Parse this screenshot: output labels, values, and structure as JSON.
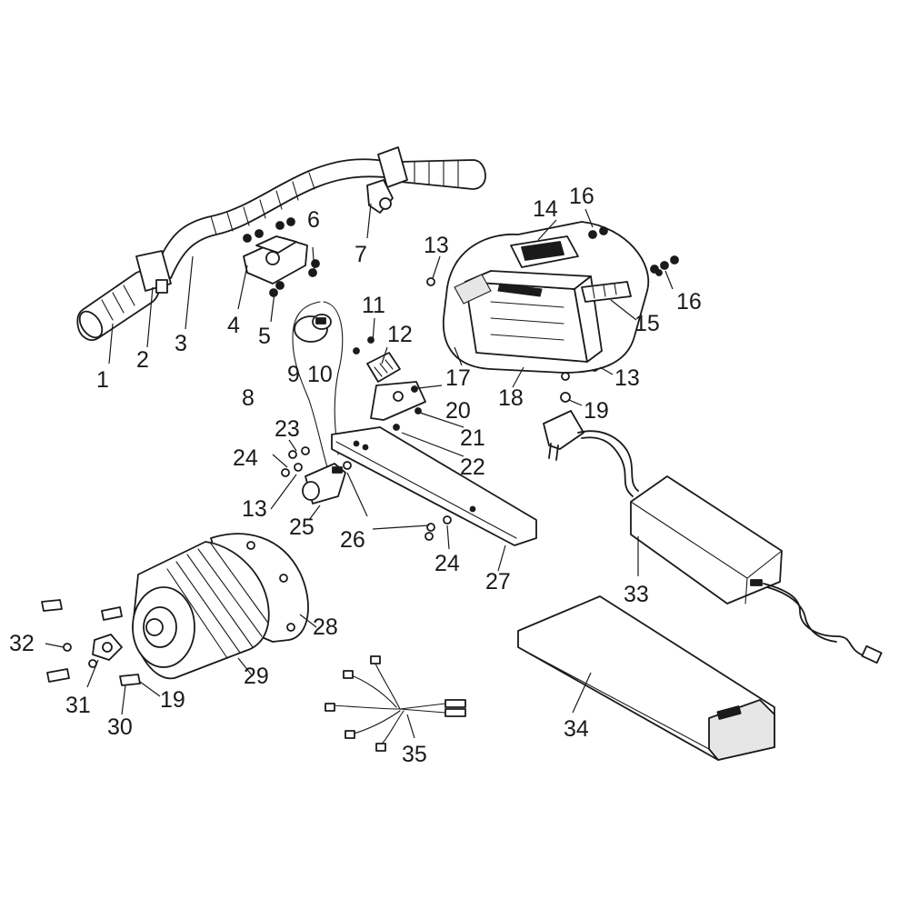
{
  "callouts": {
    "c1": "1",
    "c2": "2",
    "c3": "3",
    "c4": "4",
    "c5": "5",
    "c6": "6",
    "c7": "7",
    "c8": "8",
    "c9": "9",
    "c10": "10",
    "c11": "11",
    "c12": "12",
    "c13a": "13",
    "c13b": "13",
    "c13c": "13",
    "c14": "14",
    "c15": "15",
    "c16a": "16",
    "c16b": "16",
    "c17": "17",
    "c18": "18",
    "c19a": "19",
    "c19b": "19",
    "c20": "20",
    "c21": "21",
    "c22": "22",
    "c23": "23",
    "c24a": "24",
    "c24b": "24",
    "c25": "25",
    "c26": "26",
    "c27": "27",
    "c28": "28",
    "c29": "29",
    "c30": "30",
    "c31": "31",
    "c32": "32",
    "c33": "33",
    "c34": "34",
    "c35": "35"
  }
}
